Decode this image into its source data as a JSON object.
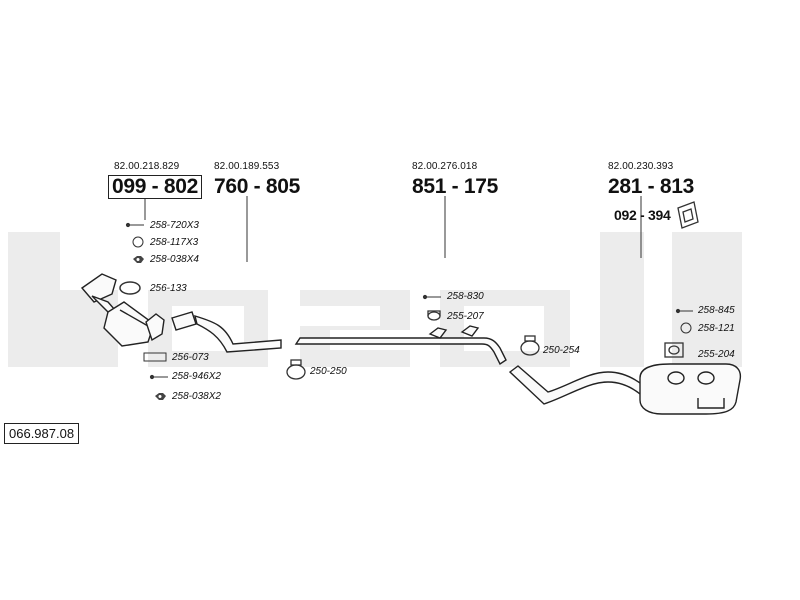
{
  "watermark": "bosal",
  "diagram_code": "066.987.08",
  "groups": [
    {
      "oem": "82.00.218.829",
      "part": "099 - 802",
      "sub_parts": [
        "258-720X3",
        "258-117X3",
        "258-038X4",
        "256-133",
        "256-073",
        "258-946X2",
        "258-038X2"
      ]
    },
    {
      "oem": "82.00.189.553",
      "part": "760 - 805",
      "sub_parts": [
        "250-250"
      ]
    },
    {
      "oem": "82.00.276.018",
      "part": "851 - 175",
      "sub_parts": [
        "258-830",
        "255-207",
        "250-254"
      ]
    },
    {
      "oem": "82.00.230.393",
      "part": "281 - 813",
      "extra_part": "092 - 394",
      "sub_parts": [
        "258-845",
        "258-121",
        "255-204"
      ]
    }
  ]
}
